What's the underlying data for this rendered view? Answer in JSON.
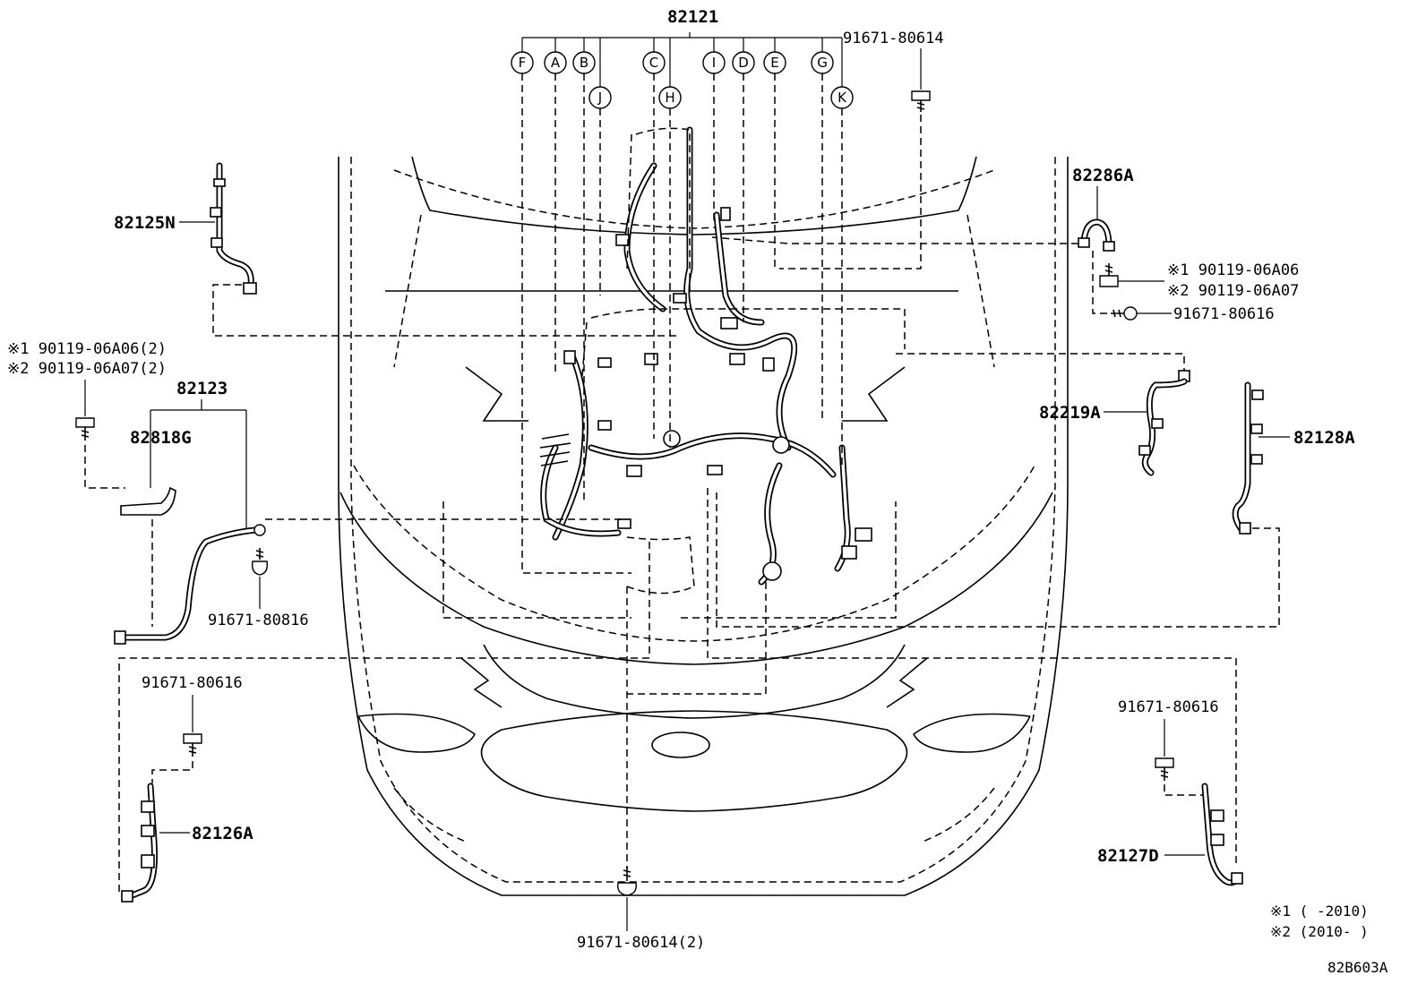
{
  "diagram_code": "82B603A",
  "main_harness": {
    "part_number": "82121",
    "callouts": [
      "F",
      "A",
      "B",
      "J",
      "C",
      "H",
      "I",
      "D",
      "E",
      "G",
      "K"
    ]
  },
  "parts": {
    "p82125N": "82125N",
    "p82286A": "82286A",
    "p82123": "82123",
    "p82818G": "82818G",
    "p82219A": "82219A",
    "p82128A": "82128A",
    "p82126A": "82126A",
    "p82127D": "82127D"
  },
  "fasteners": {
    "bolt_top": "91671-80614",
    "bolt_right_1": "※1 90119-06A06",
    "bolt_right_2": "※2 90119-06A07",
    "bolt_right_3": "91671-80616",
    "bolt_left_1": "※1 90119-06A06(2)",
    "bolt_left_2": "※2 90119-06A07(2)",
    "bolt_left_mid": "91671-80816",
    "bolt_left_low": "91671-80616",
    "bolt_right_low": "91671-80616",
    "bolt_bottom": "91671-80614(2)"
  },
  "legend": {
    "note_1": "※1 (    -2010)",
    "note_2": "※2 (2010-    )"
  }
}
